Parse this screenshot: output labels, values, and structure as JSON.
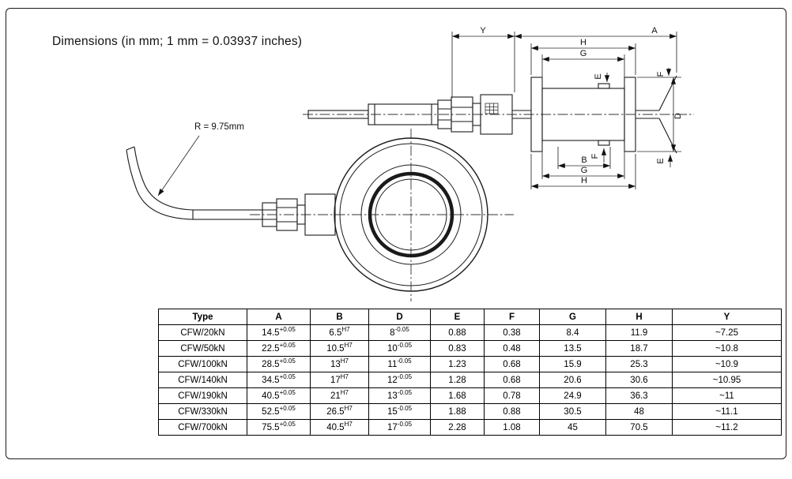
{
  "page": {
    "title": "Dimensions (in mm; 1 mm = 0.03937 inches)",
    "radius_note": "R = 9.75mm"
  },
  "diagram": {
    "labels": {
      "Y": "Y",
      "A": "A",
      "H": "H",
      "G": "G",
      "E": "E",
      "F": "F",
      "D": "D",
      "B": "B"
    }
  },
  "table": {
    "headers": [
      "Type",
      "A",
      "B",
      "D",
      "E",
      "F",
      "G",
      "H",
      "Y"
    ],
    "rows": [
      {
        "cells": [
          "CFW/20kN",
          {
            "base": "14.5",
            "sup": "+0.05"
          },
          {
            "base": "6.5",
            "sup": "H7"
          },
          {
            "base": "8",
            "sup": "-0.05"
          },
          "0.88",
          "0.38",
          "8.4",
          "11.9",
          "~7.25"
        ]
      },
      {
        "cells": [
          "CFW/50kN",
          {
            "base": "22.5",
            "sup": "+0.05"
          },
          {
            "base": "10.5",
            "sup": "H7"
          },
          {
            "base": "10",
            "sup": "-0.05"
          },
          "0.83",
          "0.48",
          "13.5",
          "18.7",
          "~10.8"
        ]
      },
      {
        "cells": [
          "CFW/100kN",
          {
            "base": "28.5",
            "sup": "+0.05"
          },
          {
            "base": "13",
            "sup": "H7"
          },
          {
            "base": "11",
            "sup": "-0.05"
          },
          "1.23",
          "0.68",
          "15.9",
          "25.3",
          "~10.9"
        ]
      },
      {
        "cells": [
          "CFW/140kN",
          {
            "base": "34.5",
            "sup": "+0.05"
          },
          {
            "base": "17",
            "sup": "H7"
          },
          {
            "base": "12",
            "sup": "-0.05"
          },
          "1.28",
          "0.68",
          "20.6",
          "30.6",
          "~10.95"
        ]
      },
      {
        "cells": [
          "CFW/190kN",
          {
            "base": "40.5",
            "sup": "+0.05"
          },
          {
            "base": "21",
            "sup": "H7"
          },
          {
            "base": "13",
            "sup": "-0.05"
          },
          "1.68",
          "0.78",
          "24.9",
          "36.3",
          "~11"
        ]
      },
      {
        "cells": [
          "CFW/330kN",
          {
            "base": "52.5",
            "sup": "+0.05"
          },
          {
            "base": "26.5",
            "sup": "H7"
          },
          {
            "base": "15",
            "sup": "-0.05"
          },
          "1.88",
          "0.88",
          "30.5",
          "48",
          "~11.1"
        ]
      },
      {
        "cells": [
          "CFW/700kN",
          {
            "base": "75.5",
            "sup": "+0.05"
          },
          {
            "base": "40.5",
            "sup": "H7"
          },
          {
            "base": "17",
            "sup": "-0.05"
          },
          "2.28",
          "1.08",
          "45",
          "70.5",
          "~11.2"
        ]
      }
    ]
  }
}
